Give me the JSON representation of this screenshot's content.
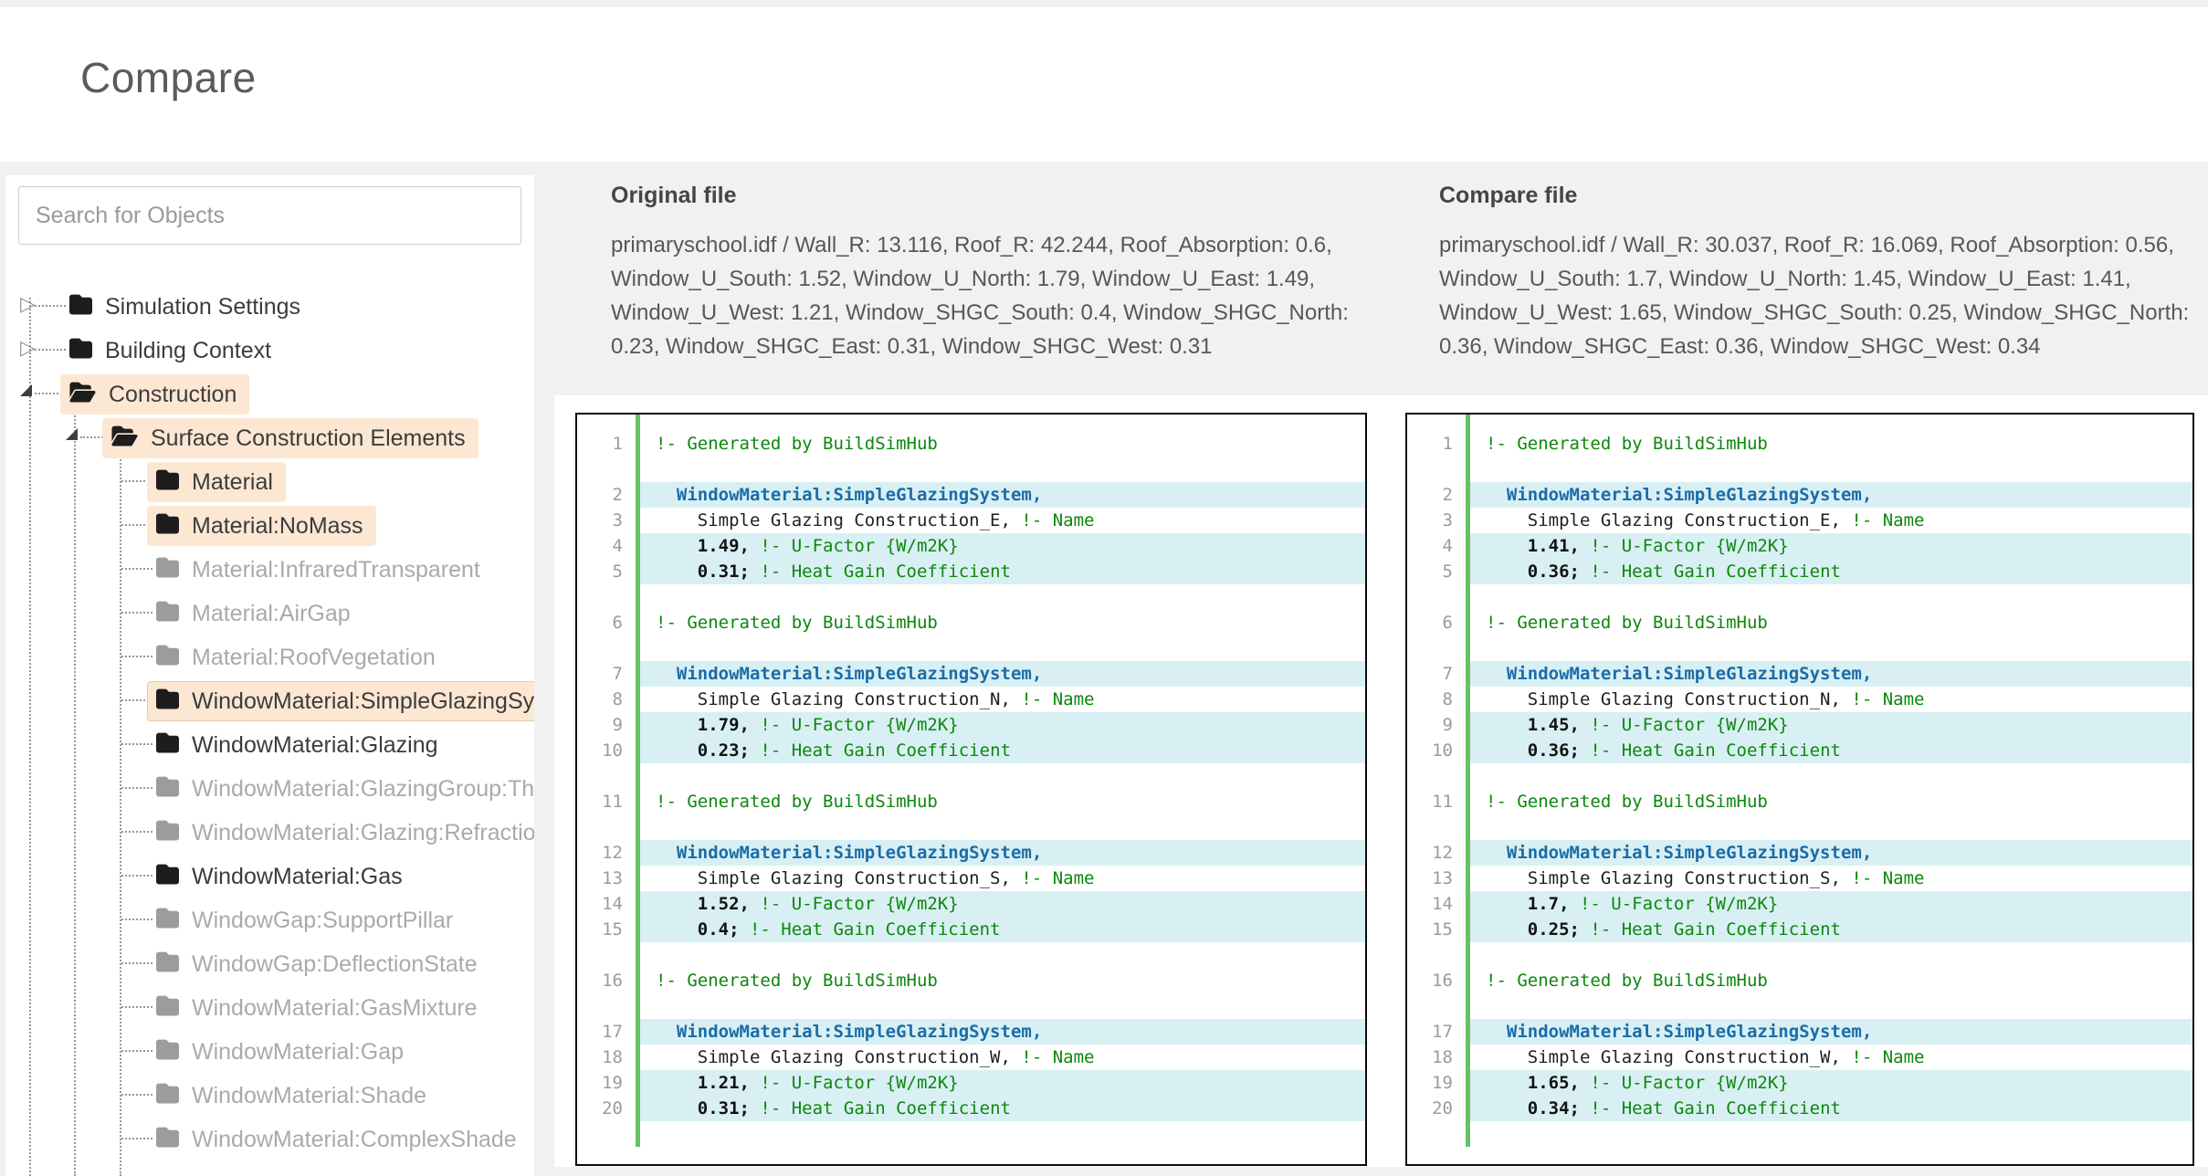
{
  "header": {
    "title": "Compare"
  },
  "colors": {
    "page_background": "#f1f1f2",
    "tree_highlight": "#fbe7d2",
    "tree_selected_border": "#eec9a2",
    "diff_highlight": "#d8f0f3",
    "gutter_green": "#67c167",
    "comment_green": "#0d870d",
    "keyword_blue": "#1b6ca8",
    "line_number_gray": "#9b9b9b"
  },
  "sidebar": {
    "search_placeholder": "Search for Objects",
    "tree": [
      {
        "label": "Simulation Settings",
        "level": 0,
        "expander": "closed",
        "folder": "closed",
        "disabled": false,
        "highlight": false,
        "selected": false
      },
      {
        "label": "Building Context",
        "level": 0,
        "expander": "closed",
        "folder": "closed",
        "disabled": false,
        "highlight": false,
        "selected": false
      },
      {
        "label": "Construction",
        "level": 0,
        "expander": "open",
        "folder": "open",
        "disabled": false,
        "highlight": true,
        "selected": false
      },
      {
        "label": "Surface Construction Elements",
        "level": 1,
        "expander": "open",
        "folder": "open",
        "disabled": false,
        "highlight": true,
        "selected": false
      },
      {
        "label": "Material",
        "level": 2,
        "expander": "none",
        "folder": "closed",
        "disabled": false,
        "highlight": true,
        "selected": false
      },
      {
        "label": "Material:NoMass",
        "level": 2,
        "expander": "none",
        "folder": "closed",
        "disabled": false,
        "highlight": true,
        "selected": false
      },
      {
        "label": "Material:InfraredTransparent",
        "level": 2,
        "expander": "none",
        "folder": "closed",
        "disabled": true,
        "highlight": false,
        "selected": false
      },
      {
        "label": "Material:AirGap",
        "level": 2,
        "expander": "none",
        "folder": "closed",
        "disabled": true,
        "highlight": false,
        "selected": false
      },
      {
        "label": "Material:RoofVegetation",
        "level": 2,
        "expander": "none",
        "folder": "closed",
        "disabled": true,
        "highlight": false,
        "selected": false
      },
      {
        "label": "WindowMaterial:SimpleGlazingSystem",
        "level": 2,
        "expander": "none",
        "folder": "closed",
        "disabled": false,
        "highlight": true,
        "selected": true
      },
      {
        "label": "WindowMaterial:Glazing",
        "level": 2,
        "expander": "none",
        "folder": "closed",
        "disabled": false,
        "highlight": false,
        "selected": false
      },
      {
        "label": "WindowMaterial:GlazingGroup:Thermochromic",
        "level": 2,
        "expander": "none",
        "folder": "closed",
        "disabled": true,
        "highlight": false,
        "selected": false
      },
      {
        "label": "WindowMaterial:Glazing:RefractionExtinctionMethod",
        "level": 2,
        "expander": "none",
        "folder": "closed",
        "disabled": true,
        "highlight": false,
        "selected": false
      },
      {
        "label": "WindowMaterial:Gas",
        "level": 2,
        "expander": "none",
        "folder": "closed",
        "disabled": false,
        "highlight": false,
        "selected": false
      },
      {
        "label": "WindowGap:SupportPillar",
        "level": 2,
        "expander": "none",
        "folder": "closed",
        "disabled": true,
        "highlight": false,
        "selected": false
      },
      {
        "label": "WindowGap:DeflectionState",
        "level": 2,
        "expander": "none",
        "folder": "closed",
        "disabled": true,
        "highlight": false,
        "selected": false
      },
      {
        "label": "WindowMaterial:GasMixture",
        "level": 2,
        "expander": "none",
        "folder": "closed",
        "disabled": true,
        "highlight": false,
        "selected": false
      },
      {
        "label": "WindowMaterial:Gap",
        "level": 2,
        "expander": "none",
        "folder": "closed",
        "disabled": true,
        "highlight": false,
        "selected": false
      },
      {
        "label": "WindowMaterial:Shade",
        "level": 2,
        "expander": "none",
        "folder": "closed",
        "disabled": true,
        "highlight": false,
        "selected": false
      },
      {
        "label": "WindowMaterial:ComplexShade",
        "level": 2,
        "expander": "none",
        "folder": "closed",
        "disabled": true,
        "highlight": false,
        "selected": false
      }
    ]
  },
  "panels": {
    "original": {
      "heading": "Original file",
      "description": "primaryschool.idf / Wall_R: 13.116, Roof_R: 42.244, Roof_Absorption: 0.6, Window_U_South: 1.52, Window_U_North: 1.79, Window_U_East: 1.49, Window_U_West: 1.21, Window_SHGC_South: 0.4, Window_SHGC_North: 0.23, Window_SHGC_East: 0.31, Window_SHGC_West: 0.31",
      "blocks": [
        [
          {
            "n": 1,
            "hl": false,
            "seg": [
              [
                "c",
                "!- Generated by BuildSimHub"
              ]
            ]
          }
        ],
        [
          {
            "n": 2,
            "hl": true,
            "seg": [
              [
                "p",
                "  "
              ],
              [
                "k",
                "WindowMaterial:SimpleGlazingSystem,"
              ]
            ]
          },
          {
            "n": 3,
            "hl": false,
            "seg": [
              [
                "p",
                "    Simple Glazing Construction_E, "
              ],
              [
                "c",
                "!- Name"
              ]
            ]
          },
          {
            "n": 4,
            "hl": true,
            "seg": [
              [
                "p",
                "    "
              ],
              [
                "v",
                "1.49, "
              ],
              [
                "c",
                "!- U-Factor {W/m2K}"
              ]
            ]
          },
          {
            "n": 5,
            "hl": true,
            "seg": [
              [
                "p",
                "    "
              ],
              [
                "v",
                "0.31; "
              ],
              [
                "c",
                "!- Heat Gain Coefficient"
              ]
            ]
          }
        ],
        [
          {
            "n": 6,
            "hl": false,
            "seg": [
              [
                "c",
                "!- Generated by BuildSimHub"
              ]
            ]
          }
        ],
        [
          {
            "n": 7,
            "hl": true,
            "seg": [
              [
                "p",
                "  "
              ],
              [
                "k",
                "WindowMaterial:SimpleGlazingSystem,"
              ]
            ]
          },
          {
            "n": 8,
            "hl": false,
            "seg": [
              [
                "p",
                "    Simple Glazing Construction_N, "
              ],
              [
                "c",
                "!- Name"
              ]
            ]
          },
          {
            "n": 9,
            "hl": true,
            "seg": [
              [
                "p",
                "    "
              ],
              [
                "v",
                "1.79, "
              ],
              [
                "c",
                "!- U-Factor {W/m2K}"
              ]
            ]
          },
          {
            "n": 10,
            "hl": true,
            "seg": [
              [
                "p",
                "    "
              ],
              [
                "v",
                "0.23; "
              ],
              [
                "c",
                "!- Heat Gain Coefficient"
              ]
            ]
          }
        ],
        [
          {
            "n": 11,
            "hl": false,
            "seg": [
              [
                "c",
                "!- Generated by BuildSimHub"
              ]
            ]
          }
        ],
        [
          {
            "n": 12,
            "hl": true,
            "seg": [
              [
                "p",
                "  "
              ],
              [
                "k",
                "WindowMaterial:SimpleGlazingSystem,"
              ]
            ]
          },
          {
            "n": 13,
            "hl": false,
            "seg": [
              [
                "p",
                "    Simple Glazing Construction_S, "
              ],
              [
                "c",
                "!- Name"
              ]
            ]
          },
          {
            "n": 14,
            "hl": true,
            "seg": [
              [
                "p",
                "    "
              ],
              [
                "v",
                "1.52, "
              ],
              [
                "c",
                "!- U-Factor {W/m2K}"
              ]
            ]
          },
          {
            "n": 15,
            "hl": true,
            "seg": [
              [
                "p",
                "    "
              ],
              [
                "v",
                "0.4; "
              ],
              [
                "c",
                "!- Heat Gain Coefficient"
              ]
            ]
          }
        ],
        [
          {
            "n": 16,
            "hl": false,
            "seg": [
              [
                "c",
                "!- Generated by BuildSimHub"
              ]
            ]
          }
        ],
        [
          {
            "n": 17,
            "hl": true,
            "seg": [
              [
                "p",
                "  "
              ],
              [
                "k",
                "WindowMaterial:SimpleGlazingSystem,"
              ]
            ]
          },
          {
            "n": 18,
            "hl": false,
            "seg": [
              [
                "p",
                "    Simple Glazing Construction_W, "
              ],
              [
                "c",
                "!- Name"
              ]
            ]
          },
          {
            "n": 19,
            "hl": true,
            "seg": [
              [
                "p",
                "    "
              ],
              [
                "v",
                "1.21, "
              ],
              [
                "c",
                "!- U-Factor {W/m2K}"
              ]
            ]
          },
          {
            "n": 20,
            "hl": true,
            "seg": [
              [
                "p",
                "    "
              ],
              [
                "v",
                "0.31; "
              ],
              [
                "c",
                "!- Heat Gain Coefficient"
              ]
            ]
          }
        ]
      ]
    },
    "compare": {
      "heading": "Compare file",
      "description": "primaryschool.idf / Wall_R: 30.037, Roof_R: 16.069, Roof_Absorption: 0.56, Window_U_South: 1.7, Window_U_North: 1.45, Window_U_East: 1.41, Window_U_West: 1.65, Window_SHGC_South: 0.25, Window_SHGC_North: 0.36, Window_SHGC_East: 0.36, Window_SHGC_West: 0.34",
      "blocks": [
        [
          {
            "n": 1,
            "hl": false,
            "seg": [
              [
                "c",
                "!- Generated by BuildSimHub"
              ]
            ]
          }
        ],
        [
          {
            "n": 2,
            "hl": true,
            "seg": [
              [
                "p",
                "  "
              ],
              [
                "k",
                "WindowMaterial:SimpleGlazingSystem,"
              ]
            ]
          },
          {
            "n": 3,
            "hl": false,
            "seg": [
              [
                "p",
                "    Simple Glazing Construction_E, "
              ],
              [
                "c",
                "!- Name"
              ]
            ]
          },
          {
            "n": 4,
            "hl": true,
            "seg": [
              [
                "p",
                "    "
              ],
              [
                "v",
                "1.41, "
              ],
              [
                "c",
                "!- U-Factor {W/m2K}"
              ]
            ]
          },
          {
            "n": 5,
            "hl": true,
            "seg": [
              [
                "p",
                "    "
              ],
              [
                "v",
                "0.36; "
              ],
              [
                "c",
                "!- Heat Gain Coefficient"
              ]
            ]
          }
        ],
        [
          {
            "n": 6,
            "hl": false,
            "seg": [
              [
                "c",
                "!- Generated by BuildSimHub"
              ]
            ]
          }
        ],
        [
          {
            "n": 7,
            "hl": true,
            "seg": [
              [
                "p",
                "  "
              ],
              [
                "k",
                "WindowMaterial:SimpleGlazingSystem,"
              ]
            ]
          },
          {
            "n": 8,
            "hl": false,
            "seg": [
              [
                "p",
                "    Simple Glazing Construction_N, "
              ],
              [
                "c",
                "!- Name"
              ]
            ]
          },
          {
            "n": 9,
            "hl": true,
            "seg": [
              [
                "p",
                "    "
              ],
              [
                "v",
                "1.45, "
              ],
              [
                "c",
                "!- U-Factor {W/m2K}"
              ]
            ]
          },
          {
            "n": 10,
            "hl": true,
            "seg": [
              [
                "p",
                "    "
              ],
              [
                "v",
                "0.36; "
              ],
              [
                "c",
                "!- Heat Gain Coefficient"
              ]
            ]
          }
        ],
        [
          {
            "n": 11,
            "hl": false,
            "seg": [
              [
                "c",
                "!- Generated by BuildSimHub"
              ]
            ]
          }
        ],
        [
          {
            "n": 12,
            "hl": true,
            "seg": [
              [
                "p",
                "  "
              ],
              [
                "k",
                "WindowMaterial:SimpleGlazingSystem,"
              ]
            ]
          },
          {
            "n": 13,
            "hl": false,
            "seg": [
              [
                "p",
                "    Simple Glazing Construction_S, "
              ],
              [
                "c",
                "!- Name"
              ]
            ]
          },
          {
            "n": 14,
            "hl": true,
            "seg": [
              [
                "p",
                "    "
              ],
              [
                "v",
                "1.7, "
              ],
              [
                "c",
                "!- U-Factor {W/m2K}"
              ]
            ]
          },
          {
            "n": 15,
            "hl": true,
            "seg": [
              [
                "p",
                "    "
              ],
              [
                "v",
                "0.25; "
              ],
              [
                "c",
                "!- Heat Gain Coefficient"
              ]
            ]
          }
        ],
        [
          {
            "n": 16,
            "hl": false,
            "seg": [
              [
                "c",
                "!- Generated by BuildSimHub"
              ]
            ]
          }
        ],
        [
          {
            "n": 17,
            "hl": true,
            "seg": [
              [
                "p",
                "  "
              ],
              [
                "k",
                "WindowMaterial:SimpleGlazingSystem,"
              ]
            ]
          },
          {
            "n": 18,
            "hl": false,
            "seg": [
              [
                "p",
                "    Simple Glazing Construction_W, "
              ],
              [
                "c",
                "!- Name"
              ]
            ]
          },
          {
            "n": 19,
            "hl": true,
            "seg": [
              [
                "p",
                "    "
              ],
              [
                "v",
                "1.65, "
              ],
              [
                "c",
                "!- U-Factor {W/m2K}"
              ]
            ]
          },
          {
            "n": 20,
            "hl": true,
            "seg": [
              [
                "p",
                "    "
              ],
              [
                "v",
                "0.34; "
              ],
              [
                "c",
                "!- Heat Gain Coefficient"
              ]
            ]
          }
        ]
      ]
    }
  }
}
